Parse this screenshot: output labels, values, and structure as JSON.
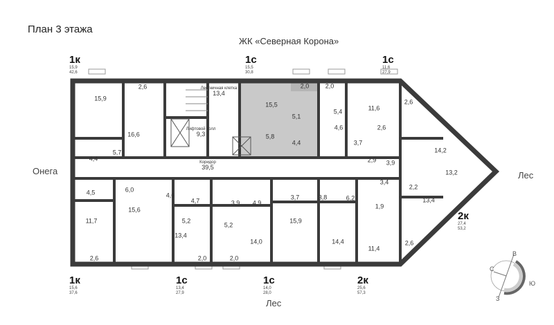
{
  "header": {
    "title": "План 3 этажа",
    "complex": "ЖК «Северная Корона»"
  },
  "sides": {
    "west": "Онега",
    "east": "Лес",
    "south": "Лес"
  },
  "apartments": [
    {
      "type": "1к",
      "living": "15,9",
      "total": "42,6"
    },
    {
      "type": "1с",
      "living": "15,5",
      "total": "30,8"
    },
    {
      "type": "1с",
      "living": "11,6",
      "total": "27,9"
    },
    {
      "type": "2к",
      "living": "27,4",
      "total": "53,2"
    },
    {
      "type": "1к",
      "living": "15,6",
      "total": "37,6"
    },
    {
      "type": "1с",
      "living": "13,4",
      "total": "27,9"
    },
    {
      "type": "1с",
      "living": "14,0",
      "total": "28,0"
    },
    {
      "type": "2к",
      "living": "25,6",
      "total": "57,3"
    }
  ],
  "rooms": [
    {
      "area": "15,9"
    },
    {
      "area": "2,6"
    },
    {
      "area": "16,6"
    },
    {
      "area": "13,4",
      "label": "Лестничная клетка"
    },
    {
      "area": "15,5"
    },
    {
      "area": "2,0"
    },
    {
      "area": "2,0"
    },
    {
      "area": "5,1"
    },
    {
      "area": "5,4"
    },
    {
      "area": "11,6"
    },
    {
      "area": "2,6"
    },
    {
      "area": "9,3",
      "label": "Лифтовой холл"
    },
    {
      "area": "5,8"
    },
    {
      "area": "4,4"
    },
    {
      "area": "4,6"
    },
    {
      "area": "3,7"
    },
    {
      "area": "2,6"
    },
    {
      "area": "14,2"
    },
    {
      "area": "5,7"
    },
    {
      "area": "4,4"
    },
    {
      "area": "39,5",
      "label": "Коридор"
    },
    {
      "area": "2,9"
    },
    {
      "area": "3,9"
    },
    {
      "area": "13,2"
    },
    {
      "area": "4,5"
    },
    {
      "area": "6,0"
    },
    {
      "area": "4,6"
    },
    {
      "area": "4,7"
    },
    {
      "area": "3,9"
    },
    {
      "area": "4,9"
    },
    {
      "area": "3,7"
    },
    {
      "area": "3,8"
    },
    {
      "area": "6,2"
    },
    {
      "area": "3,4"
    },
    {
      "area": "2,2"
    },
    {
      "area": "13,4"
    },
    {
      "area": "1,9"
    },
    {
      "area": "15,6"
    },
    {
      "area": "11,7"
    },
    {
      "area": "5,2"
    },
    {
      "area": "5,2"
    },
    {
      "area": "15,9"
    },
    {
      "area": "13,4"
    },
    {
      "area": "14,0"
    },
    {
      "area": "14,4"
    },
    {
      "area": "11,4"
    },
    {
      "area": "2,6"
    },
    {
      "area": "2,6"
    },
    {
      "area": "2,0"
    },
    {
      "area": "2,0"
    }
  ],
  "compass": {
    "n": "С",
    "e": "В",
    "s": "Ю",
    "w": "З"
  },
  "colors": {
    "wall": "#3b3b3b",
    "highlight": "#c9c9c9"
  }
}
